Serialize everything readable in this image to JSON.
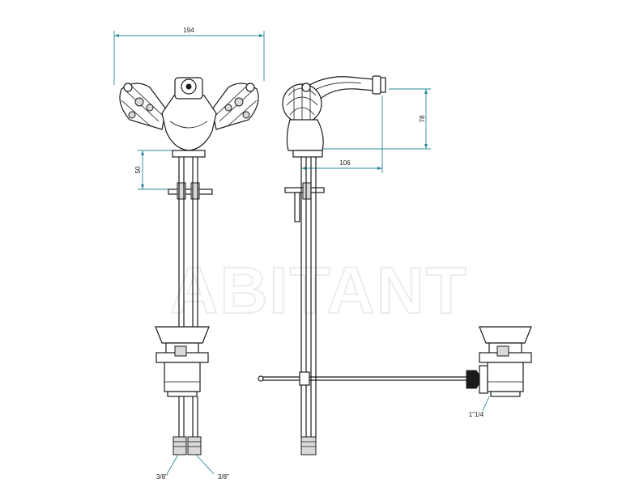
{
  "watermark": "ABITANT",
  "dimensions": {
    "width": "194",
    "height_deck": "50",
    "spout_height": "78",
    "spout_reach": "106",
    "waste_thread": "1\"1/4",
    "inlet_left": "3/8''",
    "inlet_right": "3/8''"
  },
  "colors": {
    "dimension_line": "#2a8a9a",
    "drawing_line": "#1a1a1a",
    "watermark": "#ececec"
  }
}
